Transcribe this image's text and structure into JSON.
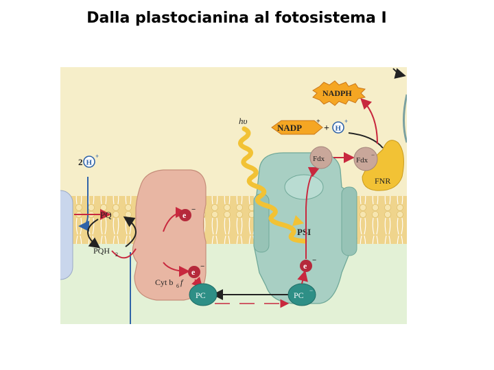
{
  "slide": {
    "title": "Dalla plastocianina al fotosistema I"
  },
  "diagram": {
    "labels": {
      "nadph": "NADPH",
      "nadp": "NADP",
      "nadp_sup": "+",
      "plus": "+",
      "h": "H",
      "h_sup": "+",
      "hv": "hυ",
      "fdx": "Fdx",
      "fdx_minus": "Fdx",
      "fdx_minus_sup": "−",
      "fnr": "FNR",
      "two_h_coeff": "2",
      "pq": "PQ",
      "pqh2": "PQH",
      "pqh2_sub": "2",
      "electron": "e",
      "electron_sup": "−",
      "cyt": "Cyt b",
      "cyt_sub": "6",
      "cyt_f": "f",
      "psi": "PSI",
      "pc": "PC",
      "pc_minus": "PC",
      "pc_minus_sup": "−"
    },
    "colors": {
      "stroma": "#f6eec9",
      "lumen": "#e3f1d6",
      "membrane": "#efd48c",
      "psi": "#a8cfc3",
      "cytb6f": "#e8b6a3",
      "pc": "#2e8f86",
      "fdx": "#c9a79a",
      "fnr": "#f2c235",
      "nadph": "#f5a623",
      "electron": "#b5293b",
      "arrow": "#c8283e",
      "proton": "#2f63a8"
    }
  }
}
